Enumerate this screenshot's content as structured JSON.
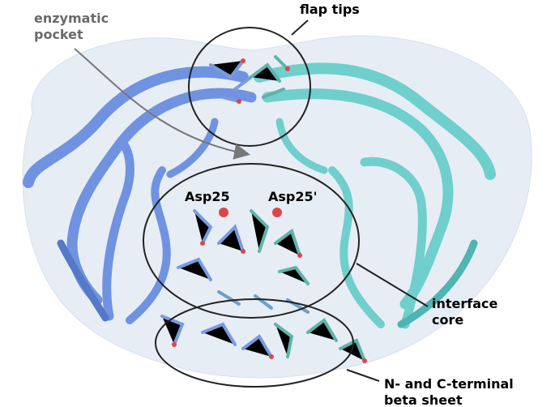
{
  "labels": {
    "pocket_line1": "enzymatic",
    "pocket_line2": "pocket",
    "flap_tips": "flap tips",
    "asp25": "Asp25",
    "asp25_prime": "Asp25'",
    "interface_line1": "interface",
    "interface_line2": "core",
    "terminal_line1": "N- and C-terminal",
    "terminal_line2": "beta sheet"
  },
  "colors": {
    "chain_a": "#6f93e0",
    "chain_b": "#6fcfcc",
    "surface": "#d4e0ee",
    "oxygen": "#e0444a",
    "pocket_label": "#6a6a6a",
    "text": "#000000"
  }
}
